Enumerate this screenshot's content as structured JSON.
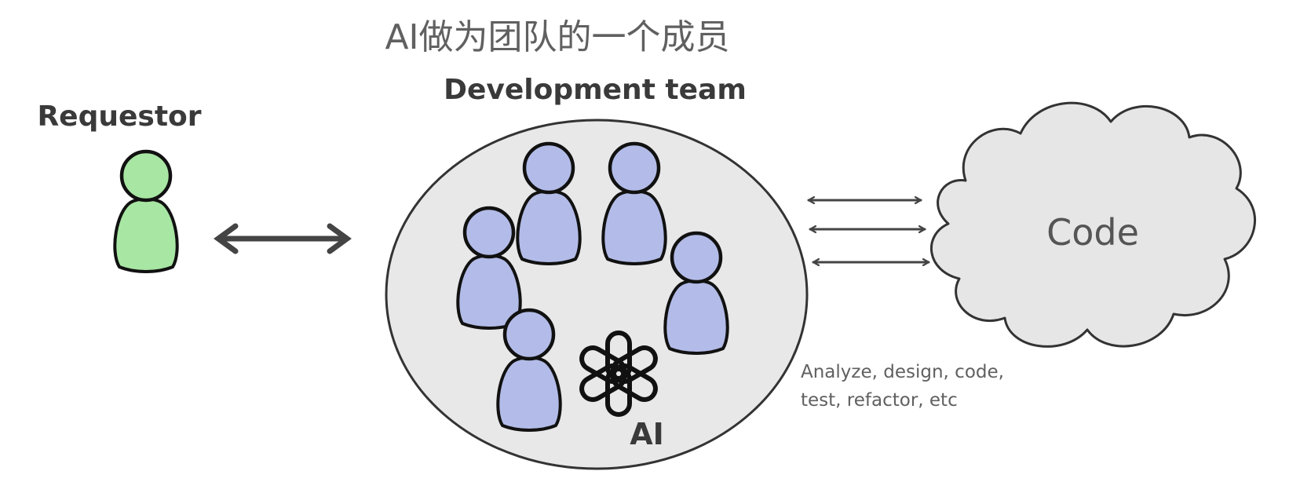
{
  "title": "AI做为团队的一个成员",
  "requestor": {
    "label": "Requestor",
    "color": "#a8e6a3"
  },
  "development_team": {
    "label": "Development team",
    "member_color": "#b3bce8",
    "circle_color": "#e8e8e8",
    "ai_label": "AI",
    "ai_icon": "openai-logo-icon"
  },
  "code": {
    "label": "Code",
    "color": "#e6e6e6"
  },
  "activities": {
    "line1": "Analyze, design, code,",
    "line2": "test, refactor, etc"
  }
}
